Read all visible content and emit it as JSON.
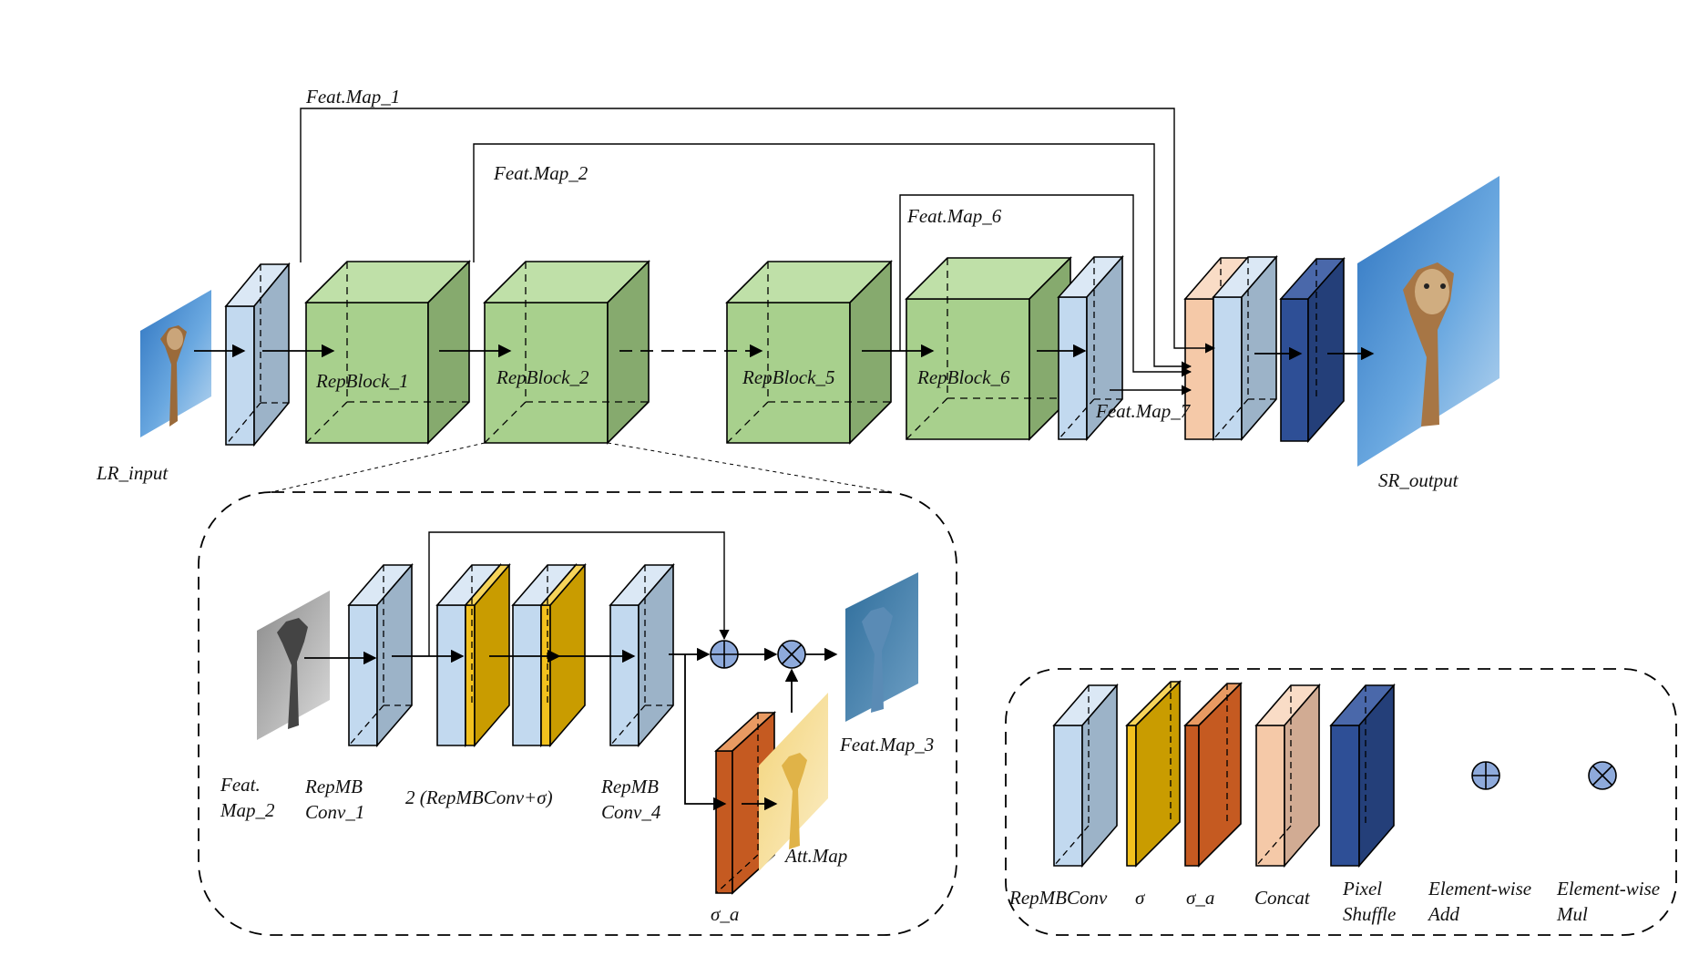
{
  "labels": {
    "lr_input": "LR_input",
    "sr_output": "SR_output",
    "feat_map_1": "Feat.Map_1",
    "feat_map_2": "Feat.Map_2",
    "feat_map_6": "Feat.Map_6",
    "feat_map_7": "Feat.Map_7",
    "feat_map_3": "Feat.Map_3",
    "att_map": "Att.Map",
    "sigma_a": "σ_a",
    "inset_input_line1": "Feat.",
    "inset_input_line2": "Map_2",
    "inset_conv1_line1": "RepMB",
    "inset_conv1_line2": "Conv_1",
    "inset_repeat": "2 (RepMBConv+σ)",
    "inset_conv4_line1": "RepMB",
    "inset_conv4_line2": "Conv_4"
  },
  "blocks": {
    "b1": "RepBlock_1",
    "b2": "RepBlock_2",
    "b5": "RepBlock_5",
    "b6": "RepBlock_6"
  },
  "legend": {
    "repmbconv": "RepMBConv",
    "sigma": "σ",
    "sigma_a": "σ_a",
    "concat": "Concat",
    "pixel_shuffle_line1": "Pixel",
    "pixel_shuffle_line2": "Shuffle",
    "add_line1": "Element-wise",
    "add_line2": "Add",
    "mul_line1": "Element-wise",
    "mul_line2": "Mul"
  },
  "colors": {
    "conv_front": "#c2d9ef",
    "conv_side": "#9cb3c8",
    "cube_front": "#a8d08d",
    "cube_top": "#bfe0a8",
    "cube_side": "#86aa6e",
    "sigma_front": "#f2c11e",
    "sigma_side": "#c99c00",
    "sigma_a_front": "#c55a21",
    "sigma_a_side": "#e0813f",
    "concat_front": "#f5c9a8",
    "concat_side": "#d1ab93",
    "pixel_shuffle_front": "#2e4f96",
    "pixel_shuffle_side": "#243f79",
    "operator_fill": "#8eaadb",
    "sky_blue": "#4f90d0"
  }
}
